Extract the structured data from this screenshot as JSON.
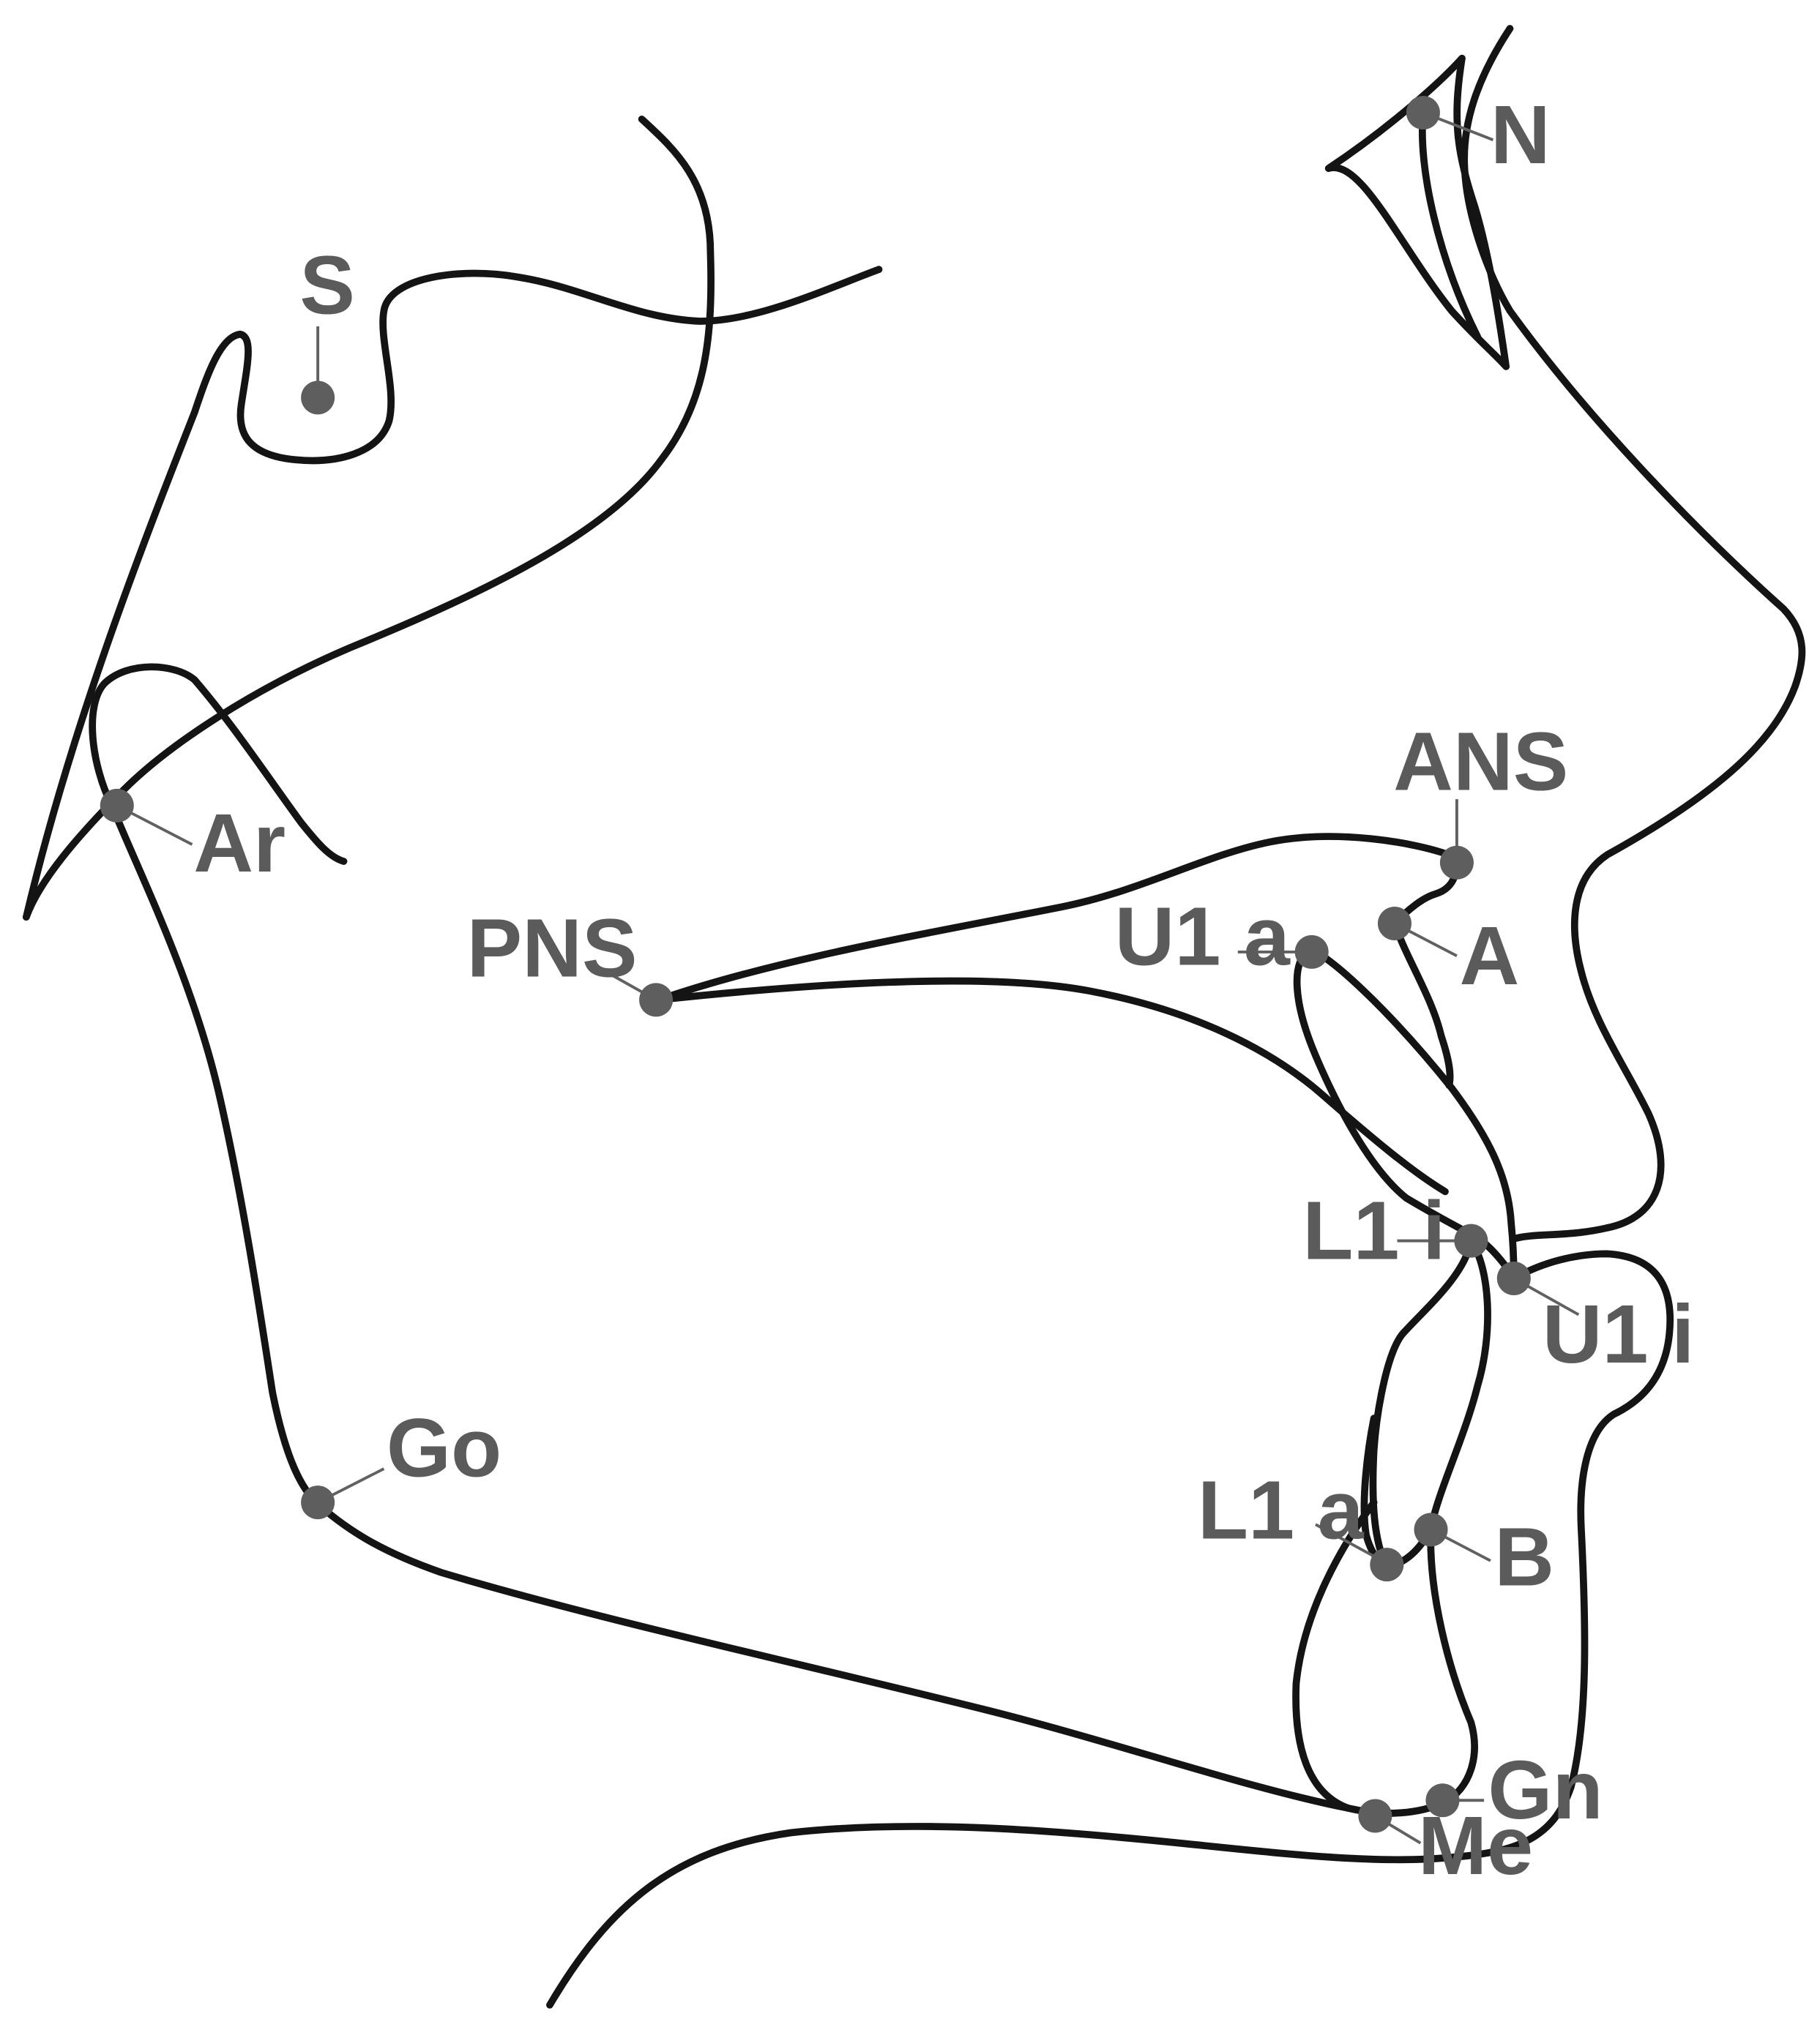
{
  "figure": {
    "landmarks": [
      {
        "id": "S",
        "label": "S"
      },
      {
        "id": "N",
        "label": "N"
      },
      {
        "id": "Ar",
        "label": "Ar"
      },
      {
        "id": "ANS",
        "label": "ANS"
      },
      {
        "id": "PNS",
        "label": "PNS"
      },
      {
        "id": "A",
        "label": "A"
      },
      {
        "id": "U1a",
        "label": "U1 a"
      },
      {
        "id": "L1i",
        "label": "L1 i"
      },
      {
        "id": "U1i",
        "label": "U1 i"
      },
      {
        "id": "Go",
        "label": "Go"
      },
      {
        "id": "L1a",
        "label": "L1 a"
      },
      {
        "id": "B",
        "label": "B"
      },
      {
        "id": "Gn",
        "label": "Gn"
      },
      {
        "id": "Me",
        "label": "Me"
      }
    ],
    "colors": {
      "tracing": "#141414",
      "landmark": "#5e5e5e",
      "label": "#5b5b5b",
      "background": "#ffffff"
    }
  }
}
